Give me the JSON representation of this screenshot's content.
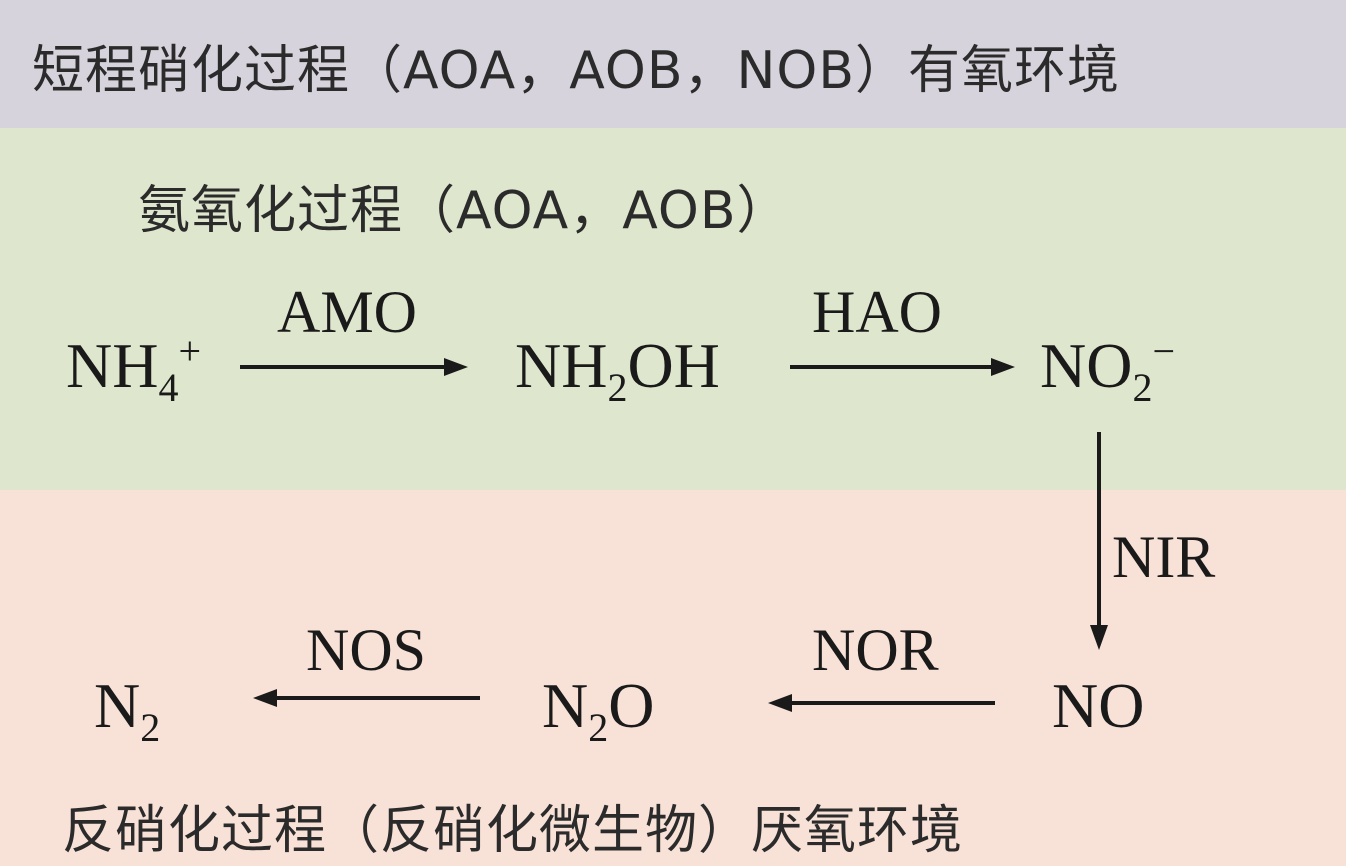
{
  "header": {
    "title": "短程硝化过程（AOA，AOB，NOB）有氧环境"
  },
  "nitrification": {
    "title": "氨氧化过程（AOA，AOB）",
    "species": {
      "ammonium": {
        "base": "NH",
        "sub": "4",
        "sup": "+"
      },
      "hydroxylamine": {
        "base1": "NH",
        "sub": "2",
        "base2": "OH"
      },
      "nitrite": {
        "base": "NO",
        "sub": "2",
        "sup": "−"
      }
    },
    "enzymes": {
      "amo": "AMO",
      "hao": "HAO"
    }
  },
  "denitrification": {
    "title": "反硝化过程（反硝化微生物）厌氧环境",
    "species": {
      "no": "NO",
      "n2o": {
        "base1": "N",
        "sub": "2",
        "base2": "O"
      },
      "n2": {
        "base": "N",
        "sub": "2"
      }
    },
    "enzymes": {
      "nir": "NIR",
      "nor": "NOR",
      "nos": "NOS"
    }
  },
  "colors": {
    "top_band": "#d7d3dd",
    "aerobic_band": "#dee7cd",
    "anaerobic_band": "#f8e1d6",
    "arrow": "#1a1a1a"
  }
}
